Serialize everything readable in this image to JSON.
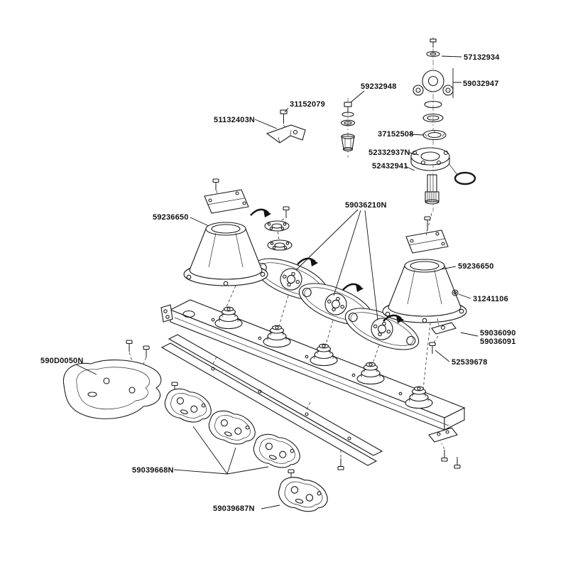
{
  "page": {
    "background": "#ffffff",
    "ink": "#1a1a1a",
    "description_type": "exploded-parts-diagram"
  },
  "labels": {
    "57132934": "57132934",
    "59032947": "59032947",
    "59232948": "59232948",
    "31152079": "31152079",
    "51132403N": "51132403N",
    "37152508": "37152508",
    "52332937N": "52332937N",
    "52432941": "52432941",
    "59036210N": "59036210N",
    "59236650": "59236650",
    "31241106": "31241106",
    "59036090": "59036090",
    "59036091": "59036091",
    "52539678": "52539678",
    "590D0050N": "590D0050N",
    "59039668N": "59039668N",
    "59039687N": "59039687N"
  }
}
